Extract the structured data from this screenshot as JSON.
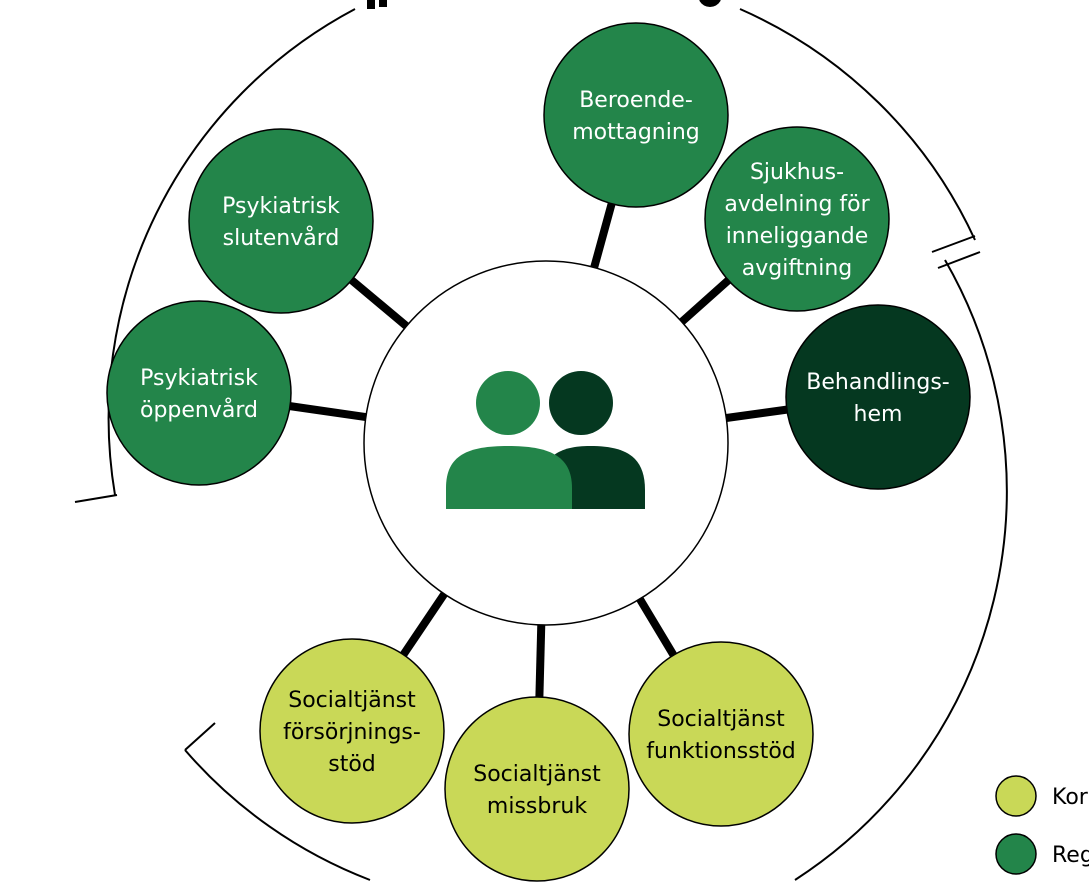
{
  "colors": {
    "regional_green": "#23854a",
    "dark_green": "#053820",
    "municipal_lime": "#c9d857",
    "connector": "#000000",
    "center_fill": "#ffffff"
  },
  "nodes": [
    {
      "id": "psykiatrisk-oppenvard",
      "lines": [
        "Psykiatrisk",
        "öppenvård"
      ],
      "color": "regional_green",
      "text_color": "#ffffff"
    },
    {
      "id": "psykiatrisk-slutenvard",
      "lines": [
        "Psykiatrisk",
        "slutenvård"
      ],
      "color": "regional_green",
      "text_color": "#ffffff"
    },
    {
      "id": "beroendemottagning",
      "lines": [
        "Beroende-",
        "mottagning"
      ],
      "color": "regional_green",
      "text_color": "#ffffff"
    },
    {
      "id": "sjukhusavdelning",
      "lines": [
        "Sjukhus-",
        "avdelning för",
        "inneliggande",
        "avgiftning"
      ],
      "color": "regional_green",
      "text_color": "#ffffff"
    },
    {
      "id": "behandlingshem",
      "lines": [
        "Behandlings-",
        "hem"
      ],
      "color": "dark_green",
      "text_color": "#ffffff"
    },
    {
      "id": "socialtjanst-forsorjningsstod",
      "lines": [
        "Socialtjänst",
        "försörjnings-",
        "stöd"
      ],
      "color": "municipal_lime",
      "text_color": "#000000"
    },
    {
      "id": "socialtjanst-missbruk",
      "lines": [
        "Socialtjänst",
        "missbruk"
      ],
      "color": "municipal_lime",
      "text_color": "#000000"
    },
    {
      "id": "socialtjanst-funktionsstod",
      "lines": [
        "Socialtjänst",
        "funktionsstöd"
      ],
      "color": "municipal_lime",
      "text_color": "#000000"
    }
  ],
  "center": {
    "icon": "people-icon"
  },
  "legend": [
    {
      "label": "Kor",
      "color": "municipal_lime"
    },
    {
      "label": "Reg",
      "color": "regional_green"
    }
  ],
  "top_heading_fragment": ""
}
